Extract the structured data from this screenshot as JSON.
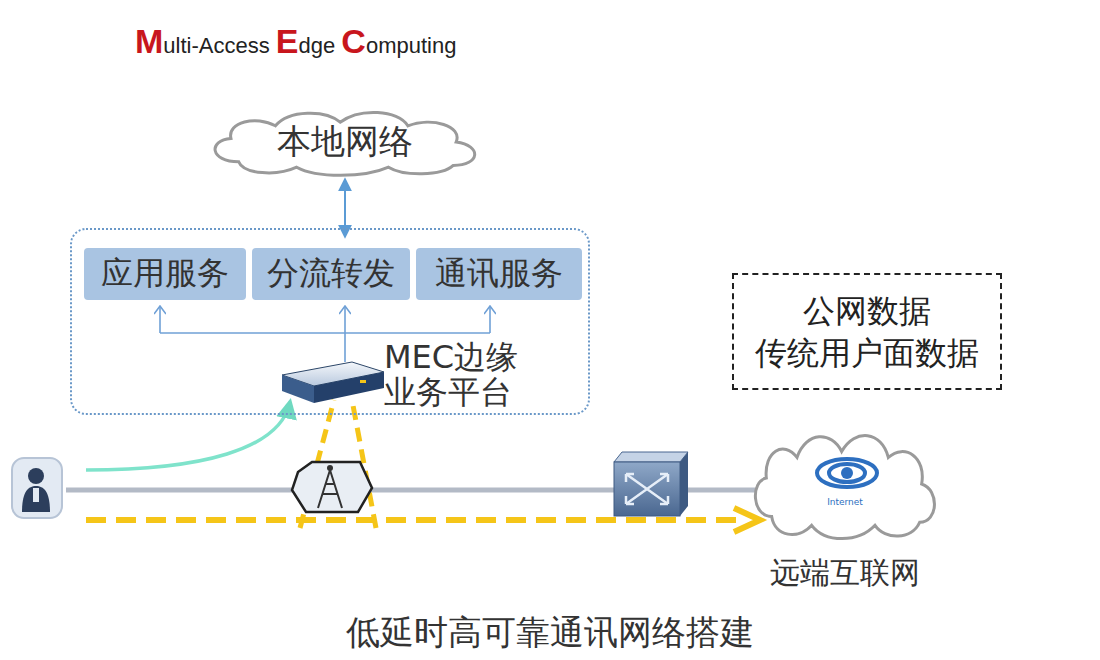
{
  "diagram": {
    "title": "Multi-Access Edge Computing",
    "caption": "低延时高可靠通讯网络搭建",
    "nodes": [
      {
        "text": [
          "本地网络"
        ]
      },
      {
        "text": [
          "MEC边缘 业务平台"
        ]
      },
      {
        "text": [
          "应用服务"
        ],
        "in": 1
      },
      {
        "text": [
          "分流转发"
        ],
        "in": 1
      },
      {
        "text": [
          "通讯服务"
        ],
        "in": 1
      },
      {
        "text": [
          "公网数据 传统用户面数据"
        ]
      },
      {
        "text": [
          "Internet",
          "远端互联网"
        ]
      }
    ],
    "edges": [
      {
        "from": 0,
        "to": 1,
        "arrow": "both"
      }
    ]
  }
}
